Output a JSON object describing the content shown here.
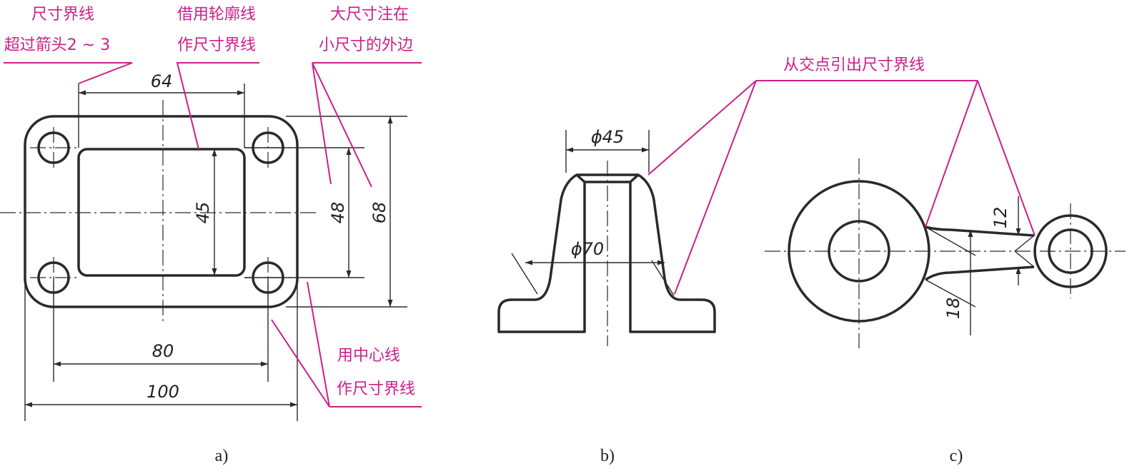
{
  "figure_a": {
    "dims": {
      "w64": "64",
      "w80": "80",
      "w100": "100",
      "h45": "45",
      "h48": "48",
      "h68": "68"
    },
    "notes": {
      "ext_line_1": "尺寸界线",
      "ext_line_2": "超过箭头2 ~ 3",
      "borrow_1": "借用轮廓线",
      "borrow_2": "作尺寸界线",
      "large_1": "大尺寸注在",
      "large_2": "小尺寸的外边",
      "center_1": "用中心线",
      "center_2": "作尺寸界线"
    },
    "caption": "a)"
  },
  "figure_b": {
    "dims": {
      "d45": "ϕ45",
      "d70": "ϕ70"
    },
    "caption": "b)"
  },
  "figure_c": {
    "dims": {
      "d12": "12",
      "d18": "18"
    },
    "caption": "c)"
  },
  "shared_note": "从交点引出尺寸界线",
  "colors": {
    "annotation": "#cc1f8a",
    "outline": "#2a2a2a"
  }
}
